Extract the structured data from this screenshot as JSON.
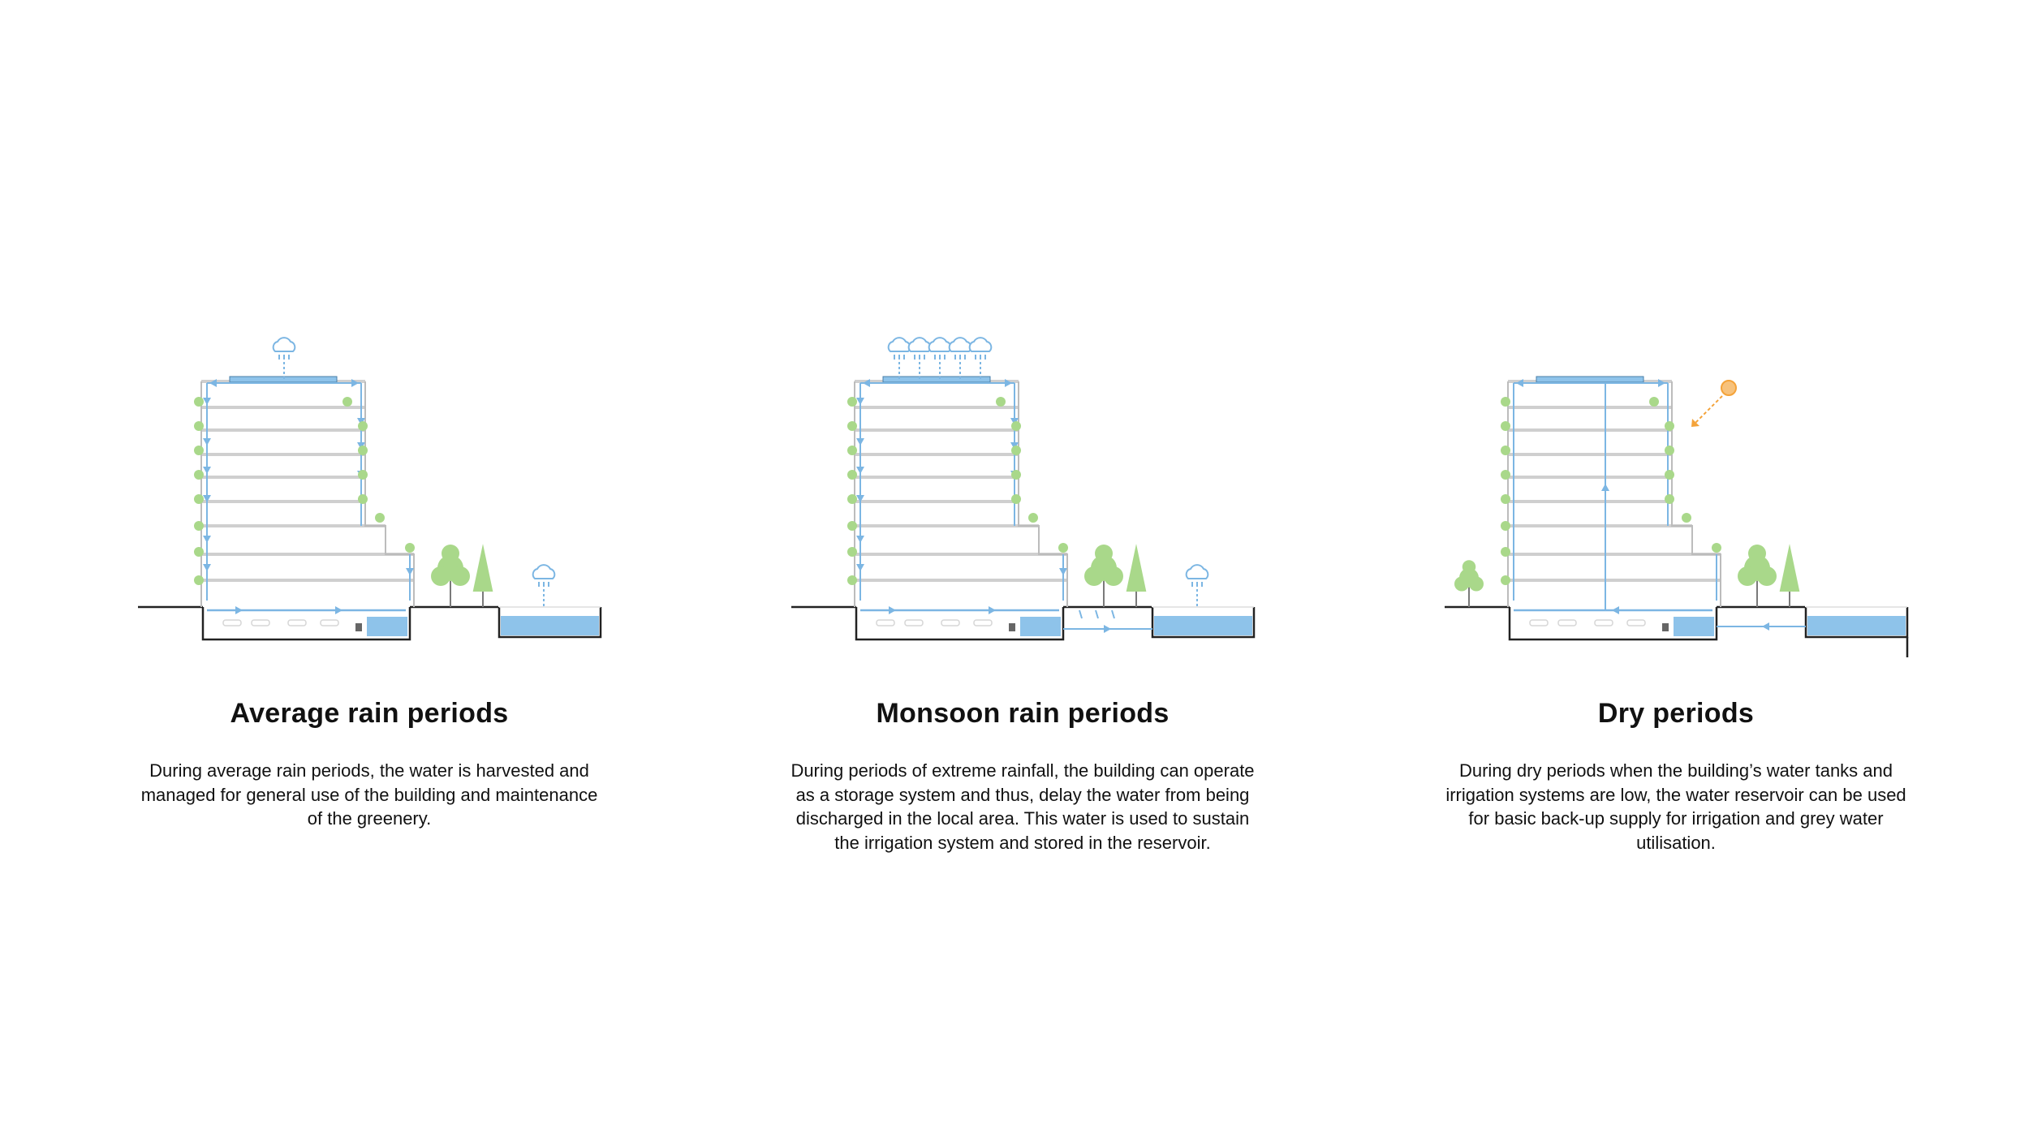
{
  "colors": {
    "water": "#7cb6e3",
    "water_fill": "#8ec3ea",
    "greenery": "#a9d88a",
    "floor": "#cfcfcf",
    "ground": "#222222",
    "sun": "#f4a33a"
  },
  "panels": [
    {
      "id": "average",
      "title": "Average rain periods",
      "description": "During average rain periods, the water is harvested and managed for general use of the building and maintenance of the greenery.",
      "weather_icon": "rain-cloud-icon",
      "cloud_count": 1
    },
    {
      "id": "monsoon",
      "title": "Monsoon rain periods",
      "description": "During periods of extreme rainfall, the building can operate as a storage system and thus, delay the water from being discharged in the local area. This water is used to sustain the irrigation system and stored in the reservoir.",
      "weather_icon": "rain-cloud-icon",
      "cloud_count": 5
    },
    {
      "id": "dry",
      "title": "Dry periods",
      "description": "During dry periods when the building’s water tanks and irrigation systems are low, the water reservoir can be used for basic back-up supply for irrigation and grey water utilisation.",
      "weather_icon": "sun-icon",
      "cloud_count": 0
    }
  ]
}
